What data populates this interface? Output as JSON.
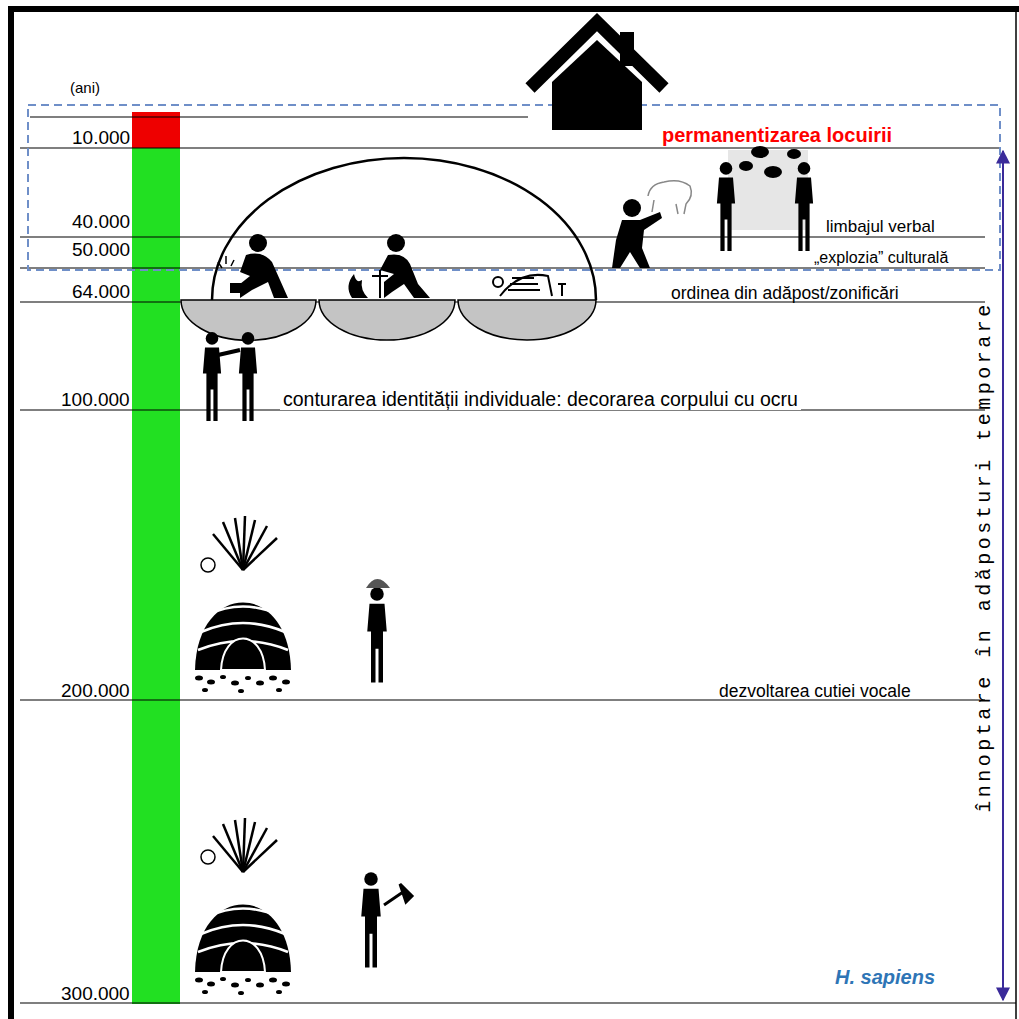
{
  "diagram": {
    "labels": [
      "(ani)",
      "10.000",
      "permanentizarea locuirii",
      "40.000",
      "limbajul verbal",
      "50.000",
      "„explozia” culturală",
      "64.000",
      "ordinea din adăpost/zonificări",
      "100.000",
      "conturarea identității individuale: decorarea corpului cu ocru",
      "200.000",
      "dezvoltarea cutiei vocale",
      "înnoptare în adăposturi temporare",
      "300.000",
      "H. sapiens"
    ]
  }
}
